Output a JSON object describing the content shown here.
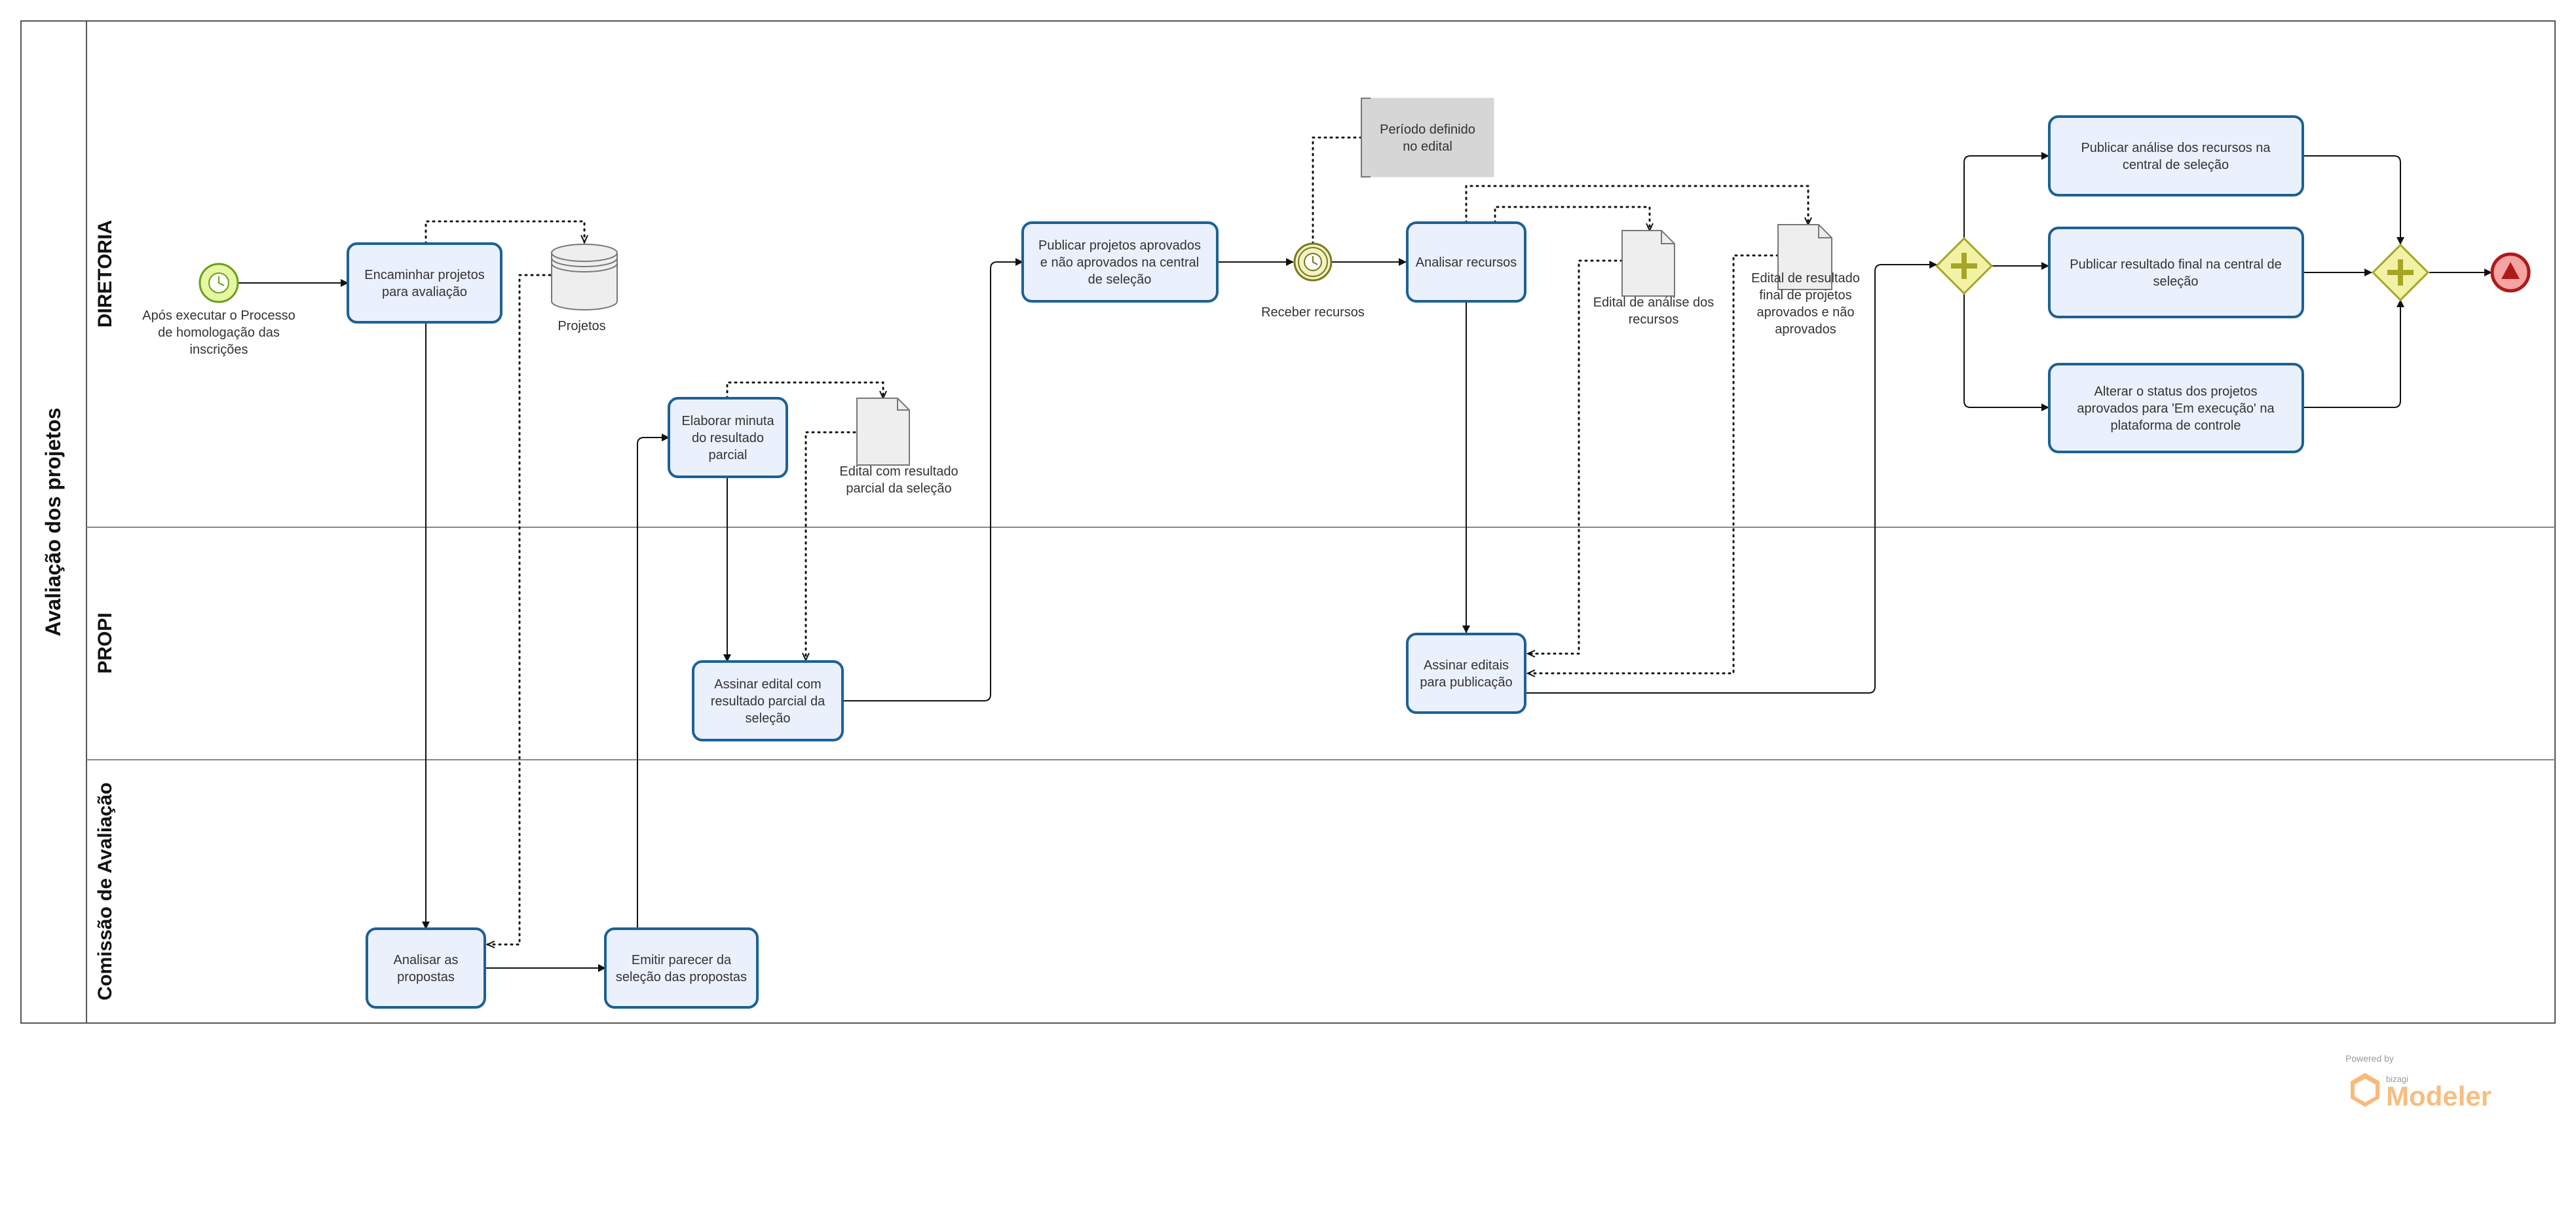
{
  "pool": {
    "title": "Avaliação dos projetos"
  },
  "lanes": {
    "diretoria": "DIRETORIA",
    "propi": "PROPI",
    "comissao": "Comissão de Avaliação"
  },
  "events": {
    "start": [
      "Após executar o Processo",
      "de homologação das",
      "inscrições"
    ],
    "receber": [
      "Receber recursos"
    ]
  },
  "tasks": {
    "encaminhar": [
      "Encaminhar projetos",
      "para avaliação"
    ],
    "analisar_propostas": [
      "Analisar as",
      "propostas"
    ],
    "emitir_parecer": [
      "Emitir parecer da",
      "seleção das propostas"
    ],
    "elaborar_minuta": [
      "Elaborar minuta",
      "do resultado",
      "parcial"
    ],
    "assinar_edital": [
      "Assinar  edital com",
      "resultado parcial da",
      "seleção"
    ],
    "publicar_projetos": [
      "Publicar projetos aprovados",
      "e não aprovados na central",
      "de seleção"
    ],
    "analisar_recursos": [
      "Analisar recursos"
    ],
    "assinar_editais": [
      "Assinar  editais",
      "para publicação"
    ],
    "publicar_analise": [
      "Publicar análise dos recursos na",
      "central de seleção"
    ],
    "publicar_final": [
      "Publicar resultado final na central de",
      "seleção"
    ],
    "alterar_status": [
      "Alterar o status dos projetos",
      "aprovados para 'Em execução' na",
      "plataforma de controle"
    ]
  },
  "data_objects": {
    "projetos": [
      "Projetos"
    ],
    "edital_parcial": [
      "Edital com resultado",
      "parcial da seleção"
    ],
    "edital_analise": [
      "Edital de análise dos",
      "recursos"
    ],
    "edital_final": [
      "Edital de resultado",
      "final de projetos",
      "aprovados e não",
      "aprovados"
    ]
  },
  "annotation": {
    "periodo": [
      "Período definido",
      "no edital"
    ]
  },
  "watermark": {
    "powered": "Powered by",
    "bizagi": "bizagi",
    "modeler": "Modeler"
  },
  "colors": {
    "task_fill": "#ebf0fd",
    "task_stroke": "#1c6196",
    "gateway_fill": "#f2f2a6",
    "gateway_stroke": "#a6a626",
    "start_fill": "#e6f7a1",
    "start_stroke": "#6a9e1a",
    "end_fill": "#f5a3a3",
    "end_stroke": "#b01919",
    "watermark": "#f7b26b"
  }
}
